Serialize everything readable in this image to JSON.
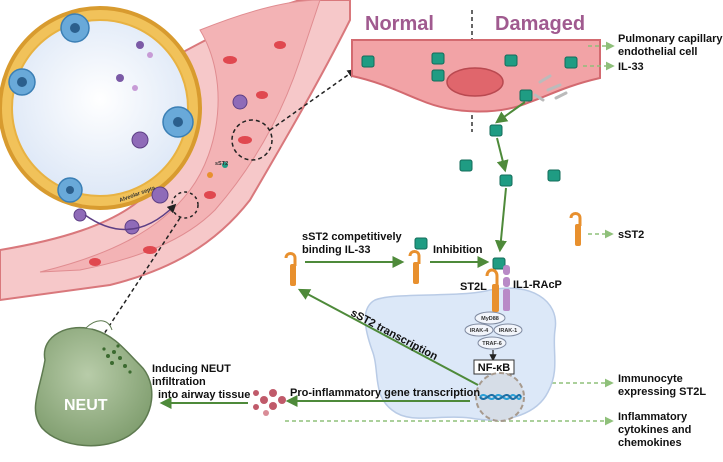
{
  "header": {
    "normal": "Normal",
    "damaged": "Damaged"
  },
  "legend": {
    "endothelial": [
      "Pulmonary capillary",
      "endothelial cell"
    ],
    "il33": "IL-33",
    "sst2": "sST2",
    "immunocyte": [
      "Immunocyte",
      "expressing ST2L"
    ],
    "cytokines": [
      "Inflammatory",
      "cytokines and",
      "chemokines"
    ]
  },
  "pathway": {
    "competitive": [
      "sST2 competitively",
      "binding IL-33"
    ],
    "inhibition": "Inhibition",
    "st2l": "ST2L",
    "il1racp": "IL1-RAcP",
    "sst2_transcription": "sST2 transcription",
    "proinflammatory": "Pro-inflammatory gene transcription",
    "neut_infiltration": [
      "Inducing NEUT",
      "infiltration",
      "into airway tissue"
    ],
    "neut": "NEUT"
  },
  "signaling": {
    "myd88": "MyD88",
    "irak4": "IRAK-4",
    "irak1": "IRAK-1",
    "traf6": "TRAF-6",
    "nfkb": "NF-κB"
  },
  "alveolus": {
    "septum": "Alveolar septa",
    "sst2_small": "sST2"
  },
  "colors": {
    "il33": "#1f9c83",
    "sst2": "#e8902e",
    "receptor_purple": "#b98ac7",
    "cell_body": "#dce8f8",
    "endothelium": "#f2a3a6",
    "neut": "#8aa77a",
    "arrow_green": "#4e8a3a",
    "title_purple": "#a05a8f"
  }
}
